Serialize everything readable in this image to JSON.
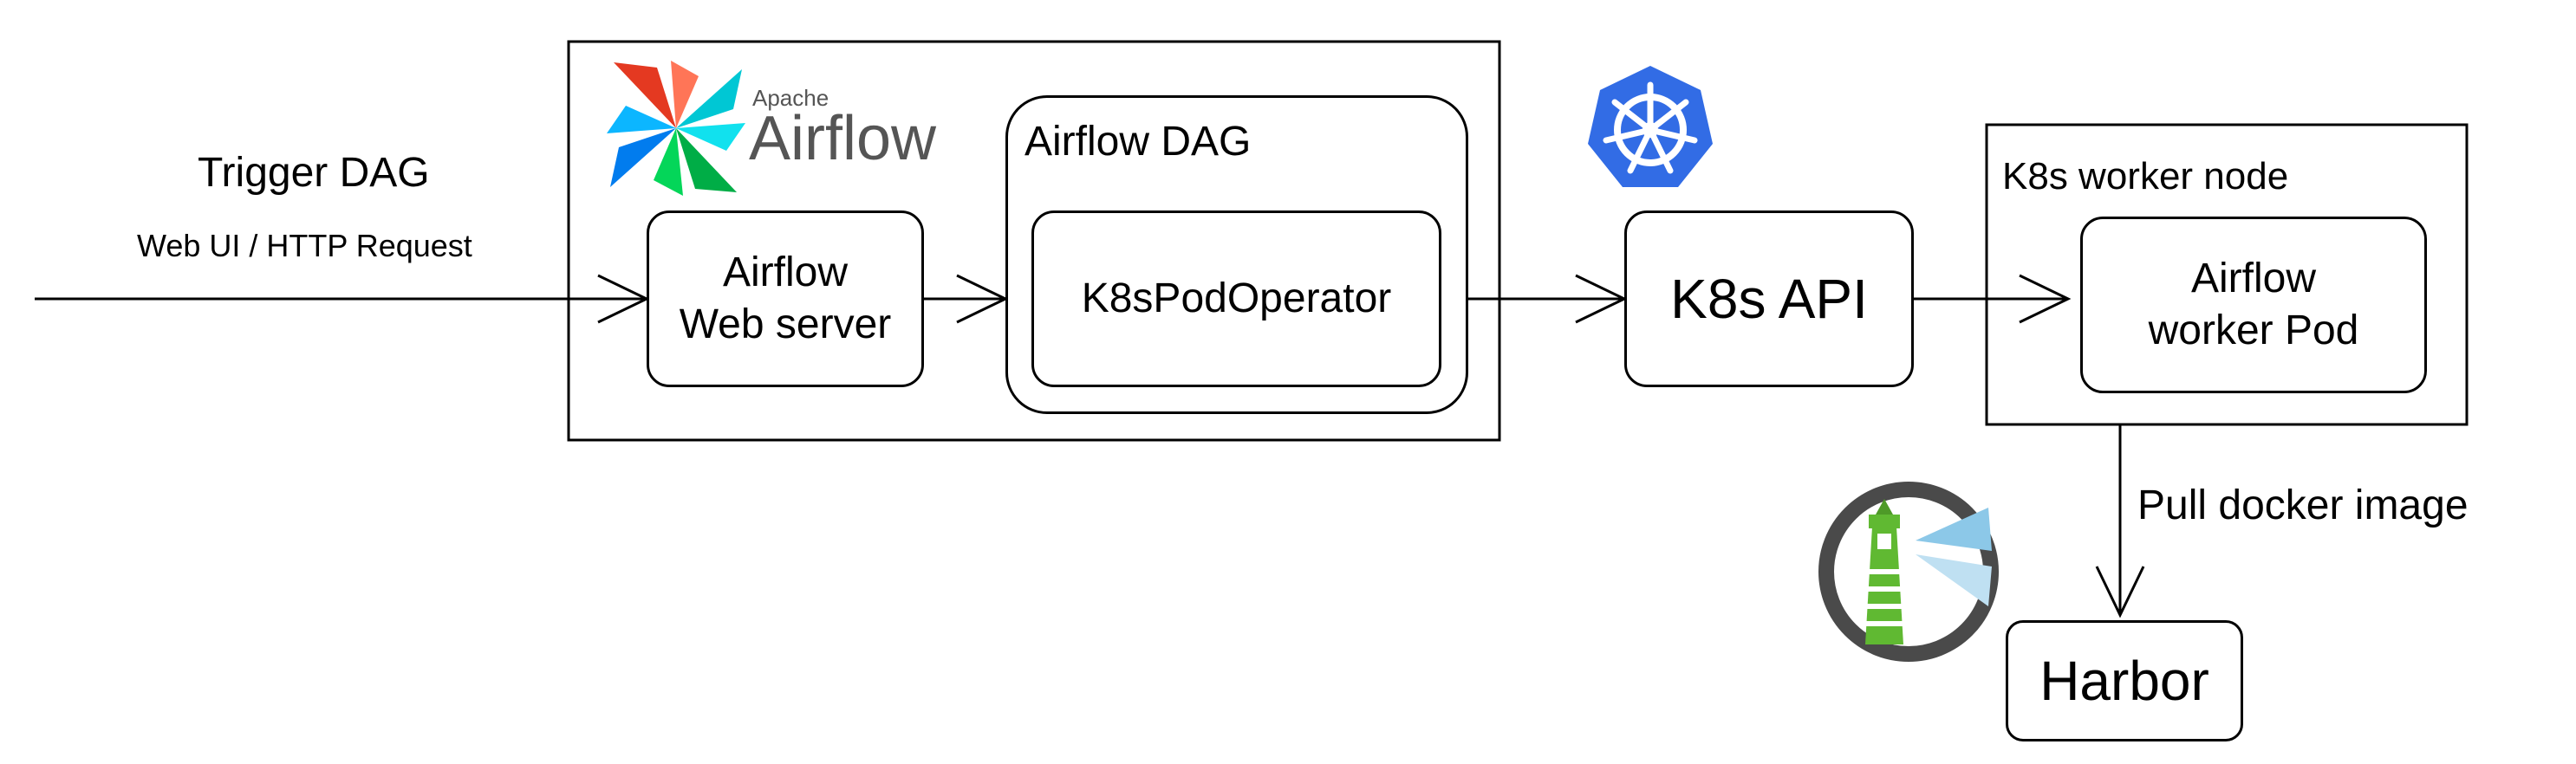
{
  "trigger": {
    "title": "Trigger DAG",
    "subtitle": "Web UI / HTTP Request"
  },
  "airflow_logo": {
    "small": "Apache",
    "big": "Airflow"
  },
  "web_server": {
    "line1": "Airflow",
    "line2": "Web server"
  },
  "dag_group": {
    "title": "Airflow DAG"
  },
  "operator": {
    "label": "K8sPodOperator"
  },
  "k8s_api": {
    "label": "K8s API"
  },
  "worker_node": {
    "title": "K8s worker node"
  },
  "worker_pod": {
    "line1": "Airflow",
    "line2": "worker Pod"
  },
  "pull_label": "Pull docker image",
  "harbor": {
    "label": "Harbor"
  },
  "colors": {
    "kubernetes_blue": "#326CE5",
    "harbor_green": "#60B932",
    "harbor_ring": "#4A4A4A",
    "harbor_light": "#8CC8E8"
  },
  "icons": [
    "airflow-pinwheel-icon",
    "kubernetes-helm-icon",
    "harbor-lighthouse-icon"
  ]
}
